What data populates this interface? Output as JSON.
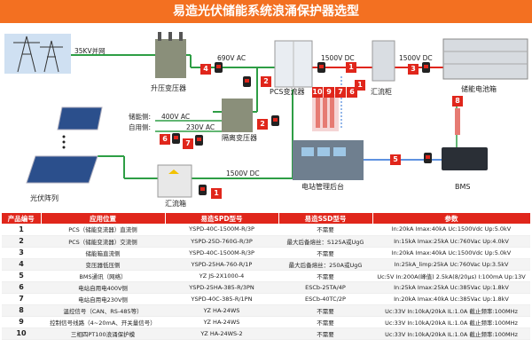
{
  "title": "易造光伏储能系统浪涌保护器选型",
  "diagram": {
    "labels": {
      "grid_voltage": "35KV并网",
      "ac_690": "690V AC",
      "dc_1500_top": "1500V DC",
      "dc_1500_right": "1500V DC",
      "dc_1500_bottom": "1500V DC",
      "ac_400": "400V AC",
      "ac_230": "230V AC",
      "storage_side": "储能侧:",
      "self_use_side": "自用侧:",
      "step_up_transformer": "升压变压器",
      "pcs": "PCS变流器",
      "combiner_cabinet": "汇流柜",
      "battery_box": "储能电池箱",
      "isolation_transformer": "隔离变压器",
      "pv_array": "光伏阵列",
      "combiner_box": "汇流箱",
      "management": "电站管理后台",
      "bms": "BMS"
    },
    "badges": {
      "b_grid": "4",
      "b_pcs_ac": "2",
      "b_pcs_dc": "1",
      "b_combiner_cab": "1",
      "b_battery": "3",
      "b_bms_link": "8",
      "b_iso": "2",
      "b_storage": "6",
      "b_self": "7",
      "b_combiner_box": "1",
      "b_mgmt": "5",
      "b_rack_10": "10",
      "b_rack_9": "9",
      "b_rack_7": "7",
      "b_rack_6": "6"
    }
  },
  "table": {
    "headers": [
      "产品编号",
      "应用位置",
      "易造SPD型号",
      "易造SSD型号",
      "参数"
    ],
    "rows": [
      [
        "1",
        "PCS（储能变流器）直流侧",
        "YSPD-40C-1500M-R/3P",
        "不需要",
        "In:20kA  Imax:40kA  Uc:1500Vdc  Up:5.0kV"
      ],
      [
        "2",
        "PCS（储能变流器）交流侧",
        "YSPD-25D-760G-R/3P",
        "最大后备熔丝：S125A或UgG",
        "In:15kA  Imax:25kA  Uc:760Vac  Up:4.0kV"
      ],
      [
        "3",
        "储能箱直流侧",
        "YSPD-40C-1500M-R/3P",
        "不需要",
        "In:20kA  Imax:40kA  Uc:1500Vdc  Up:5.0kV"
      ],
      [
        "4",
        "变压器低压侧",
        "YSPD-25HA-760-R/1P",
        "最大后备熔丝：250A或UgG",
        "In:25kA_limp:25kA  Uc:760Vac  Up:3.5kV"
      ],
      [
        "5",
        "BMS通讯（网络）",
        "YZ JS-2X1000-4",
        "不需要",
        "Uc:5V  In:200A(峰值)  2.5kA(8/20μs)  I:100mA  Up:13V"
      ],
      [
        "6",
        "电站自用电400V侧",
        "YSPD-25HA-385-R/3PN",
        "ESCb-25TA/4P",
        "In:25kA  Imax:25kA  Uc:385Vac  Up:1.8kV"
      ],
      [
        "7",
        "电站自用电230V侧",
        "YSPD-40C-385-R/1PN",
        "ESCb-40TC/2P",
        "In:20kA  Imax:40kA  Uc:385Vac  Up:1.8kV"
      ],
      [
        "8",
        "温控信号（CAN、RS-485等）",
        "YZ HA-24WS",
        "不需要",
        "Uc:33V  In:10kA/20kA  IL:1.0A  截止频率:100MHz"
      ],
      [
        "9",
        "控制信号线路（4~20mA、开关量信号）",
        "YZ HA-24WS",
        "不需要",
        "Uc:33V  In:10kA/20kA  IL:1.0A  截止频率:100MHz"
      ],
      [
        "10",
        "三相四PT100浪涌保护模",
        "YZ HA-24WS-2",
        "不需要",
        "Uc:33V  In:10kA/20kA  IL:1.0A  截止频率:100MHz"
      ]
    ]
  },
  "colors": {
    "accent": "#f37021",
    "badge": "#e0261b",
    "line_green": "#2e9e45",
    "line_blue": "#2a6fd6"
  }
}
